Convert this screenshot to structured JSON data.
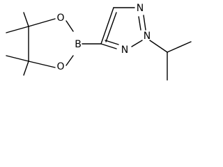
{
  "molecule": {
    "atoms": [
      {
        "id": "b1",
        "element": "B"
      },
      {
        "id": "o1",
        "element": "O"
      },
      {
        "id": "o2",
        "element": "O"
      },
      {
        "id": "n1",
        "element": "N"
      },
      {
        "id": "n2",
        "element": "N"
      },
      {
        "id": "n3",
        "element": "N"
      }
    ]
  },
  "colors": {
    "ink": "#000000",
    "background": "#ffffff"
  }
}
